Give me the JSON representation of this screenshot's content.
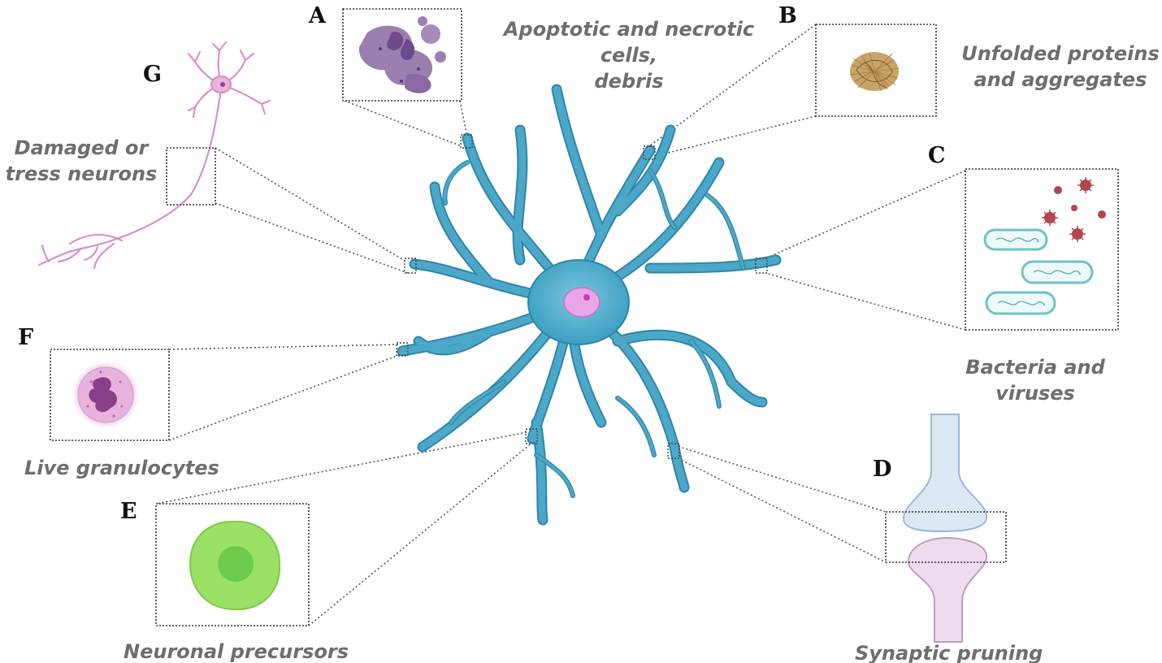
{
  "diagram": {
    "colors": {
      "microglia": "#4ba8c9",
      "microglia_dark": "#2f86a8",
      "nucleus": "#e9a6e6",
      "neuron": "#d98fce",
      "granulocyte": "#e7b3dc",
      "precursor": "#9be165",
      "synapse_top": "#dde8f5",
      "synapse_bottom": "#eddcec",
      "bacteria": "#6fc3c4",
      "virus": "#b2454f",
      "debris": "#9b7fb1",
      "aggregate": "#a9803f"
    },
    "panels": [
      {
        "id": "A",
        "letter": "A",
        "caption": [
          "Apoptotic and necrotic cells,",
          "debris"
        ],
        "icon": "apoptotic-cells-icon"
      },
      {
        "id": "B",
        "letter": "B",
        "caption": [
          "Unfolded proteins",
          "and aggregates"
        ],
        "icon": "protein-aggregate-icon"
      },
      {
        "id": "C",
        "letter": "C",
        "caption": [
          "Bacteria and",
          "viruses"
        ],
        "icon": "bacteria-virus-icon"
      },
      {
        "id": "D",
        "letter": "D",
        "caption": [
          "Synaptic pruning"
        ],
        "icon": "synapse-icon"
      },
      {
        "id": "E",
        "letter": "E",
        "caption": [
          "Neuronal precursors"
        ],
        "icon": "neuronal-precursor-icon"
      },
      {
        "id": "F",
        "letter": "F",
        "caption": [
          "Live granulocytes"
        ],
        "icon": "granulocyte-icon"
      },
      {
        "id": "G",
        "letter": "G",
        "caption": [
          "Damaged or",
          "tress neurons"
        ],
        "icon": "neuron-icon"
      }
    ]
  }
}
